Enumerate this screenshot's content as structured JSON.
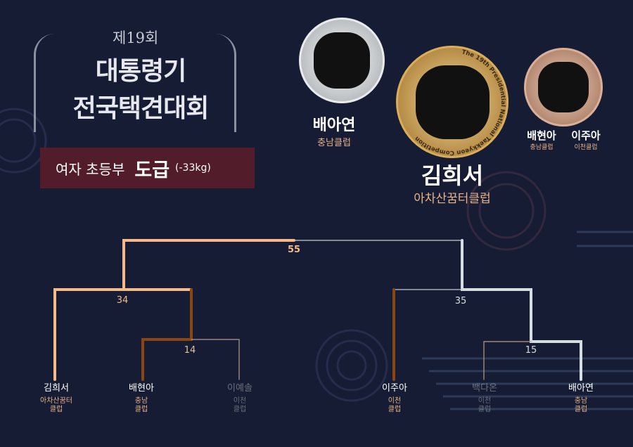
{
  "header": {
    "edition": "제19회",
    "title_line1": "대통령기",
    "title_line2": "전국택견대회"
  },
  "category": {
    "division": "여자 초등부",
    "grade": "도급",
    "weight": "(-33kg)"
  },
  "podium": {
    "medal_text": "The 19th Presidential National Taekkyeon Competition",
    "gold": {
      "name": "김희서",
      "club": "아차산꿈터클럽"
    },
    "silver": {
      "name": "배아연",
      "club": "충남클럽"
    },
    "bronze": [
      {
        "name": "배현아",
        "club": "충남클럽"
      },
      {
        "name": "이주아",
        "club": "이천클럽"
      }
    ]
  },
  "bracket": {
    "players": [
      {
        "name": "김희서",
        "club1": "아차산꿈터",
        "club2": "클럽"
      },
      {
        "name": "배현아",
        "club1": "충남",
        "club2": "클럽"
      },
      {
        "name": "이예솔",
        "club1": "이천",
        "club2": "클럽"
      },
      {
        "name": "이주아",
        "club1": "이천",
        "club2": "클럽"
      },
      {
        "name": "백다온",
        "club1": "이천",
        "club2": "클럽"
      },
      {
        "name": "배아연",
        "club1": "충남",
        "club2": "클럽"
      }
    ],
    "matches": {
      "final": "55",
      "semi_left": "34",
      "semi_right": "35",
      "quarter_left": "14",
      "quarter_right": "15"
    }
  },
  "colors": {
    "gold": "#f5b98a",
    "bronze": "#8a4513",
    "silver": "#d5dde3",
    "thin": "#b89a8a"
  }
}
